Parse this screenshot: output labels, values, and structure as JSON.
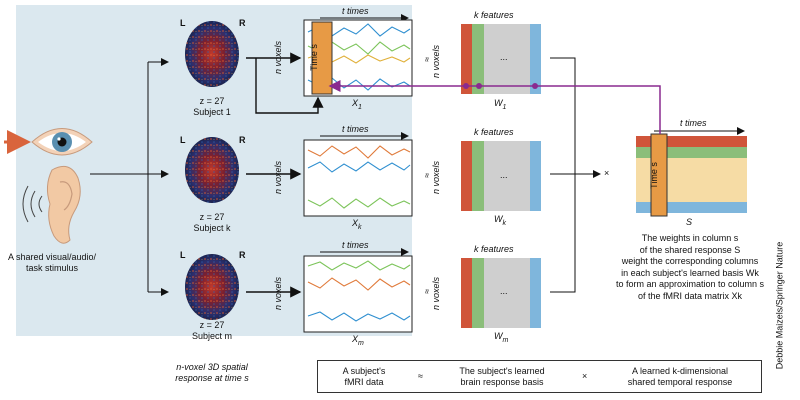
{
  "stimulus": {
    "label": "A shared visual/audio/\ntask stimulus"
  },
  "brains": [
    {
      "left": "L",
      "right": "R",
      "z": "z = 27",
      "subject": "Subject 1"
    },
    {
      "left": "L",
      "right": "R",
      "z": "z = 27",
      "subject": "Subject k"
    },
    {
      "left": "L",
      "right": "R",
      "z": "z = 27",
      "subject": "Subject m"
    }
  ],
  "data_matrices": [
    {
      "time_label": "t times",
      "voxel_label": "n voxels",
      "name": "X",
      "sub": "1",
      "time_s": "Time s"
    },
    {
      "time_label": "t times",
      "voxel_label": "n voxels",
      "name": "X",
      "sub": "k"
    },
    {
      "time_label": "t times",
      "voxel_label": "n voxels",
      "name": "X",
      "sub": "m"
    }
  ],
  "basis_matrices": [
    {
      "features_label": "k features",
      "voxel_label": "n voxels",
      "dots": "...",
      "name": "W",
      "sub": "1"
    },
    {
      "features_label": "k features",
      "voxel_label": "n voxels",
      "dots": "...",
      "name": "W",
      "sub": "k"
    },
    {
      "features_label": "k features",
      "voxel_label": "n voxels",
      "dots": "...",
      "name": "W",
      "sub": "m"
    }
  ],
  "approx_symbol": "≈",
  "times_symbol": "×",
  "shared_response": {
    "time_label": "t times",
    "time_s": "Time s",
    "name": "S"
  },
  "explanation": "The weights in column s\nof the shared response S\nweight the corresponding columns\nin each subject's learned basis Wk\nto form an approximation to column s\nof the fMRI data matrix Xk",
  "bottom_caption": "n-voxel 3D spatial\nresponse at time s",
  "legend": {
    "data": "A subject's\nfMRI data",
    "approx": "≈",
    "basis": "The subject's learned\nbrain response basis",
    "times": "×",
    "shared": "A learned k-dimensional\nshared temporal response"
  },
  "credit": "Debbie Maizels/Springer Nature",
  "colors": {
    "panel": "#dbe8ef",
    "col_red": "#d0553a",
    "col_green": "#8bbe7a",
    "col_gray": "#cfcfcf",
    "col_blue": "#7fb6dc",
    "time_bar": "#e79a45",
    "row_yellow": "#f6dca5",
    "purple": "#8a2a8f",
    "stim_arrow": "#d9643c"
  }
}
